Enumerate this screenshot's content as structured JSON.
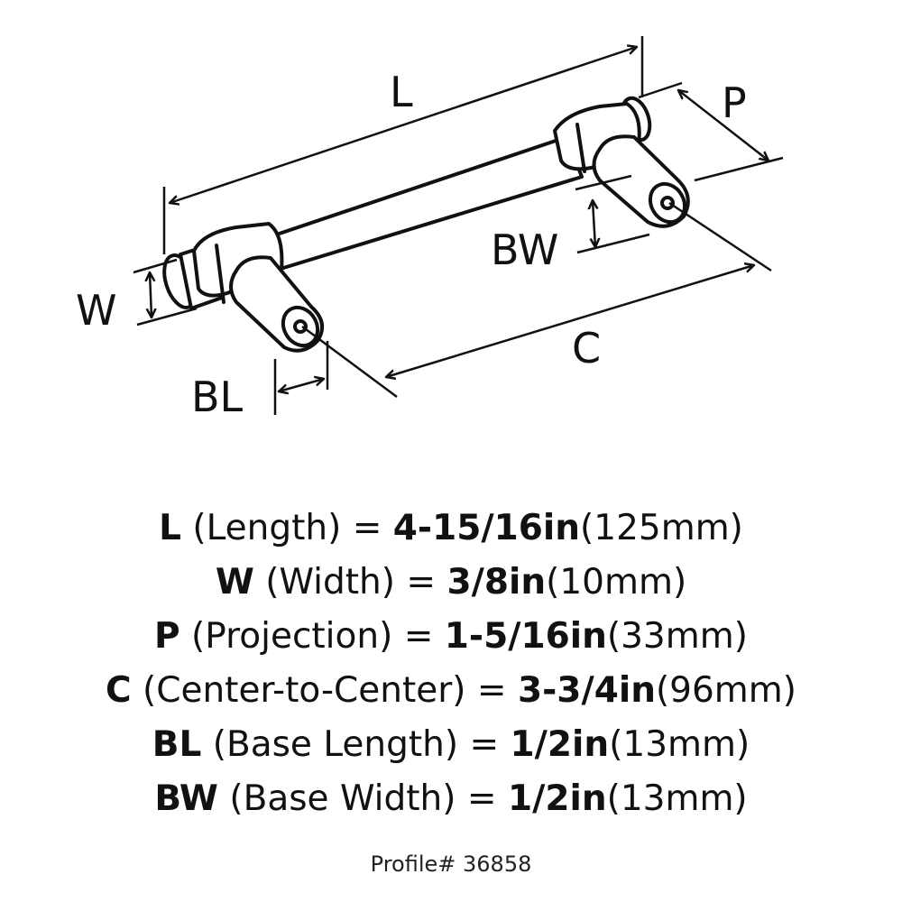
{
  "diagram": {
    "labels": {
      "length": "L",
      "projection": "P",
      "width": "W",
      "base_width": "BW",
      "center_to_center": "C",
      "base_length": "BL"
    }
  },
  "specs": [
    {
      "code": "L",
      "desc": "(Length) =",
      "imperial": "4-15/16in",
      "metric": "(125mm)"
    },
    {
      "code": "W",
      "desc": "(Width) =",
      "imperial": "3/8in",
      "metric": "(10mm)"
    },
    {
      "code": "P",
      "desc": "(Projection) =",
      "imperial": "1-5/16in",
      "metric": "(33mm)"
    },
    {
      "code": "C",
      "desc": "(Center-to-Center) =",
      "imperial": "3-3/4in",
      "metric": "(96mm)"
    },
    {
      "code": "BL",
      "desc": "(Base Length) =",
      "imperial": "1/2in",
      "metric": "(13mm)"
    },
    {
      "code": "BW",
      "desc": "(Base Width) =",
      "imperial": "1/2in",
      "metric": "(13mm)"
    }
  ],
  "footer": {
    "profile": "Profile# 36858"
  }
}
